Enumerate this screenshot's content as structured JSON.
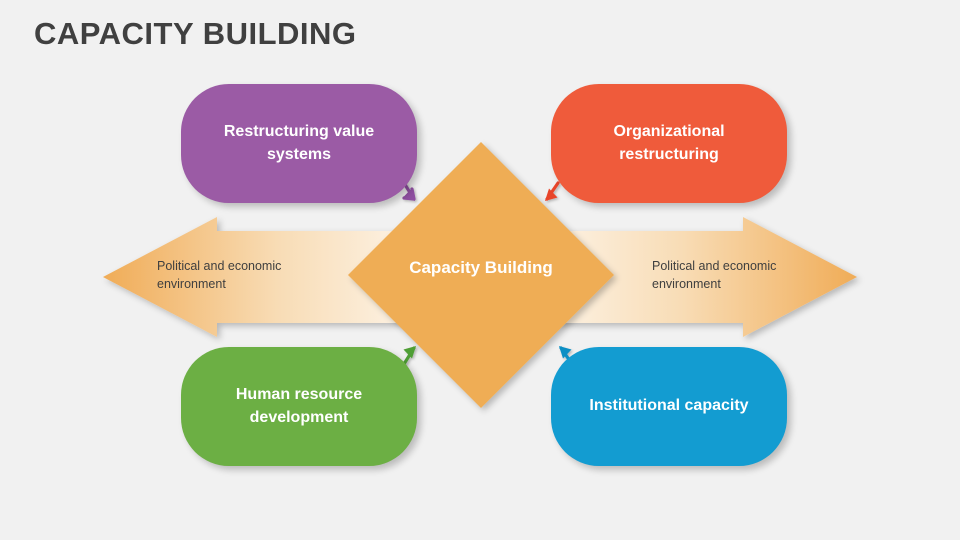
{
  "slide": {
    "title": "CAPACITY BUILDING",
    "background_color": "#f1f1f1",
    "title_color": "#404040"
  },
  "center": {
    "label": "Capacity Building",
    "shape": "diamond",
    "fill_color": "#efad55",
    "text_color": "#ffffff"
  },
  "nodes": [
    {
      "id": "restructuring-value-systems",
      "label": "Restructuring value\nsystems",
      "color": "#9b5ba5",
      "text_color": "#ffffff",
      "position": "top-left",
      "connector_icon": "arrow-down-right-icon",
      "connector_color": "#8e4fa0"
    },
    {
      "id": "organizational-restructuring",
      "label": "Organizational\nrestructuring",
      "color": "#ef5b3b",
      "text_color": "#ffffff",
      "position": "top-right",
      "connector_icon": "arrow-down-left-icon",
      "connector_color": "#e8442a"
    },
    {
      "id": "human-resource-development",
      "label": "Human resource\ndevelopment",
      "color": "#6caf44",
      "text_color": "#ffffff",
      "position": "bottom-left",
      "connector_icon": "arrow-up-right-icon",
      "connector_color": "#4f9e35"
    },
    {
      "id": "institutional-capacity",
      "label": "Institutional capacity",
      "color": "#139cd1",
      "text_color": "#ffffff",
      "position": "bottom-right",
      "connector_icon": "arrow-up-left-icon",
      "connector_color": "#0d8fc4"
    }
  ],
  "side_arrows": [
    {
      "id": "left-arrow",
      "label": "Political and economic\nenvironment",
      "direction": "left",
      "icon": "arrow-left-icon",
      "gradient_from": "#f0ac57",
      "gradient_to": "#fdf3e5",
      "text_color": "#3f3f3f"
    },
    {
      "id": "right-arrow",
      "label": "Political and economic\nenvironment",
      "direction": "right",
      "icon": "arrow-right-icon",
      "gradient_from": "#fdf3e5",
      "gradient_to": "#f0ac57",
      "text_color": "#3f3f3f"
    }
  ],
  "chart_data": {
    "type": "diagram",
    "title": "CAPACITY BUILDING",
    "center_node": "Capacity Building",
    "surrounding_nodes": [
      "Restructuring value systems",
      "Organizational restructuring",
      "Human resource development",
      "Institutional capacity"
    ],
    "context_arrows": [
      "Political and economic environment",
      "Political and economic environment"
    ]
  }
}
